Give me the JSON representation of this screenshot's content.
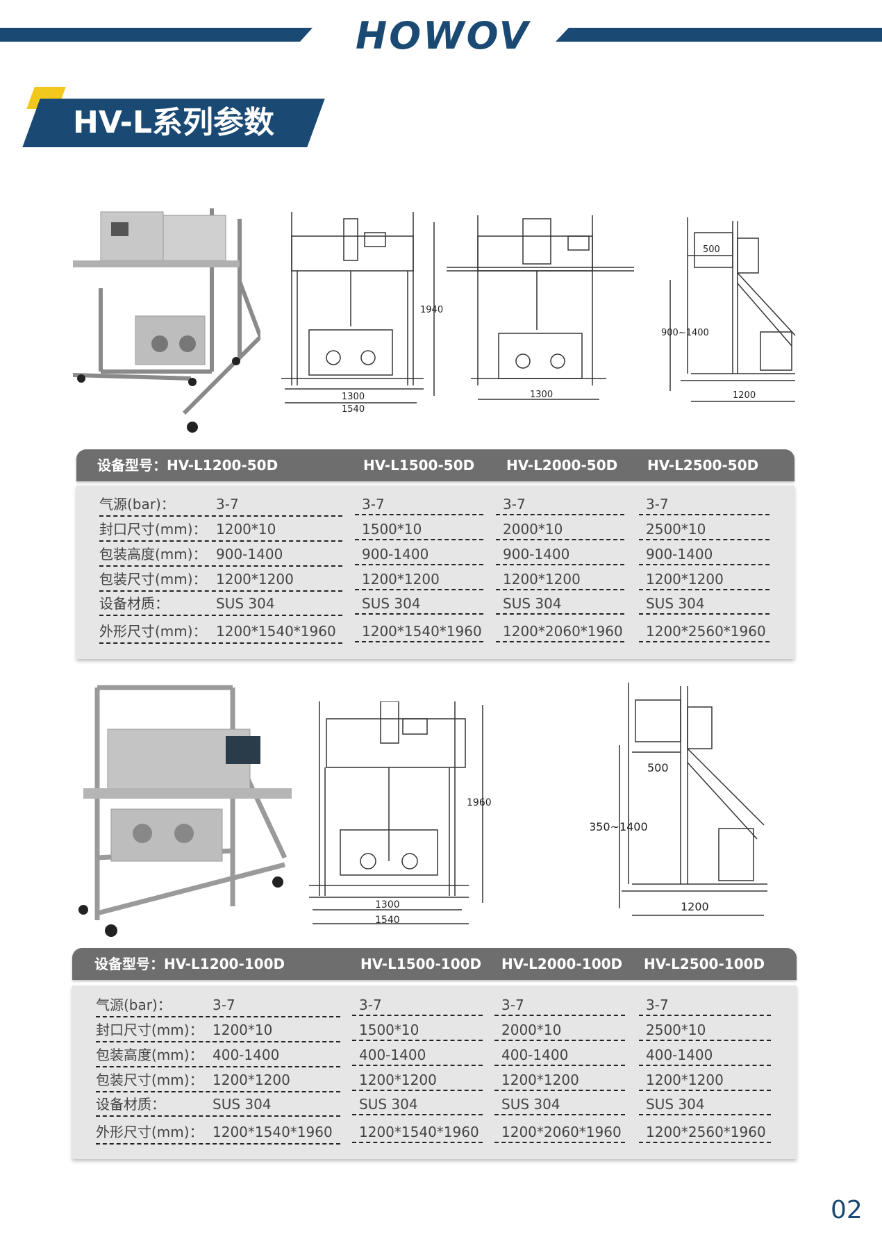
{
  "header": {
    "brand": "HOWOV"
  },
  "section": {
    "title": "HV-L系列参数"
  },
  "drawings_top": {
    "front": {
      "height": "1940",
      "inner_width": "1300",
      "outer_width": "1540"
    },
    "front2": {
      "width": "1300"
    },
    "side": {
      "depth": "500",
      "range": "900~1400",
      "base": "1200"
    }
  },
  "drawings_bottom": {
    "front": {
      "height": "1960",
      "inner_width": "1300",
      "outer_width": "1540"
    },
    "side": {
      "depth": "500",
      "range": "350~1400",
      "base": "1200"
    }
  },
  "table1": {
    "models": [
      "设备型号：HV-L1200-50D",
      "HV-L1500-50D",
      "HV-L2000-50D",
      "HV-L2500-50D"
    ],
    "labels": [
      "气源(bar)：",
      "封口尺寸(mm)：",
      "包装高度(mm)：",
      "包装尺寸(mm)：",
      "设备材质：",
      "外形尺寸(mm)："
    ],
    "rows": [
      [
        "3-7",
        "3-7",
        "3-7",
        "3-7"
      ],
      [
        "1200*10",
        "1500*10",
        "2000*10",
        "2500*10"
      ],
      [
        "900-1400",
        "900-1400",
        "900-1400",
        "900-1400"
      ],
      [
        "1200*1200",
        "1200*1200",
        "1200*1200",
        "1200*1200"
      ],
      [
        "SUS 304",
        "SUS 304",
        "SUS 304",
        "SUS 304"
      ],
      [
        "1200*1540*1960",
        "1200*1540*1960",
        "1200*2060*1960",
        "1200*2560*1960"
      ]
    ]
  },
  "table2": {
    "models": [
      "设备型号：HV-L1200-100D",
      "HV-L1500-100D",
      "HV-L2000-100D",
      "HV-L2500-100D"
    ],
    "labels": [
      "气源(bar)：",
      "封口尺寸(mm)：",
      "包装高度(mm)：",
      "包装尺寸(mm)：",
      "设备材质：",
      "外形尺寸(mm)："
    ],
    "rows": [
      [
        "3-7",
        "3-7",
        "3-7",
        "3-7"
      ],
      [
        "1200*10",
        "1500*10",
        "2000*10",
        "2500*10"
      ],
      [
        "400-1400",
        "400-1400",
        "400-1400",
        "400-1400"
      ],
      [
        "1200*1200",
        "1200*1200",
        "1200*1200",
        "1200*1200"
      ],
      [
        "SUS 304",
        "SUS 304",
        "SUS 304",
        "SUS 304"
      ],
      [
        "1200*1540*1960",
        "1200*1540*1960",
        "1200*2060*1960",
        "1200*2560*1960"
      ]
    ]
  },
  "footer": {
    "page_number": "02"
  }
}
